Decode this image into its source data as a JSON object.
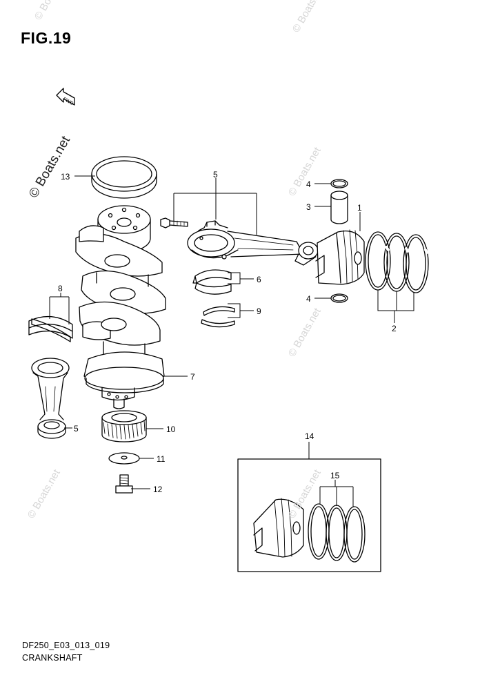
{
  "figure": {
    "title": "FIG.19",
    "code": "DF250_E03_013_019",
    "caption": "CRANKSHAFT"
  },
  "fwd_marker": "FWD",
  "watermark": "© Boats.net",
  "callouts": {
    "c1": "1",
    "c2": "2",
    "c3": "3",
    "c4a": "4",
    "c4b": "4",
    "c5a": "5",
    "c5b": "5",
    "c6": "6",
    "c7": "7",
    "c8": "8",
    "c9": "9",
    "c10": "10",
    "c11": "11",
    "c12": "12",
    "c13": "13",
    "c14": "14",
    "c15": "15"
  },
  "colors": {
    "line": "#000000",
    "background": "#ffffff",
    "watermark": "#d6d6d6"
  }
}
